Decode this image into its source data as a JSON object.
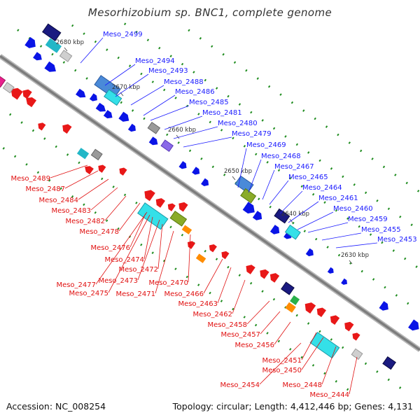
{
  "title": "Mesorhizobium sp. BNC1, complete genome",
  "footer": {
    "accession": "Accession: NC_008254",
    "summary": "Topology: circular; Length: 4,412,446 bp; Genes: 4,131"
  },
  "ticks": [
    "2680 kbp",
    "2670 kbp",
    "2660 kbp",
    "2650 kbp",
    "2640 kbp",
    "2630 kbp"
  ],
  "forward_labels": [
    "Meso_2499",
    "Meso_2494",
    "Meso_2493",
    "Meso_2488",
    "Meso_2486",
    "Meso_2485",
    "Meso_2481",
    "Meso_2480",
    "Meso_2479",
    "Meso_2469",
    "Meso_2468",
    "Meso_2467",
    "Meso_2465",
    "Meso_2464",
    "Meso_2461",
    "Meso_2460",
    "Meso_2459",
    "Meso_2455",
    "Meso_2453"
  ],
  "reverse_labels": [
    "Meso_2489",
    "Meso_2487",
    "Meso_2484",
    "Meso_2483",
    "Meso_2482",
    "Meso_2478",
    "Meso_2476",
    "Meso_2474",
    "Meso_2472",
    "Meso_2473",
    "Meso_2477",
    "Meso_2475",
    "Meso_2471",
    "Meso_2470",
    "Meso_2466",
    "Meso_2463",
    "Meso_2462",
    "Meso_2458",
    "Meso_2457",
    "Meso_2456",
    "Meso_2451",
    "Meso_2450",
    "Meso_2454",
    "Meso_2448",
    "Meso_2444"
  ],
  "colors": {
    "forward_label": "#1a1aff",
    "reverse_label": "#e01010",
    "backbone": "#7d7d7d",
    "forward_gene": "#0a14e6",
    "reverse_gene": "#e81818",
    "cds_dot": "#1e8c1e"
  }
}
